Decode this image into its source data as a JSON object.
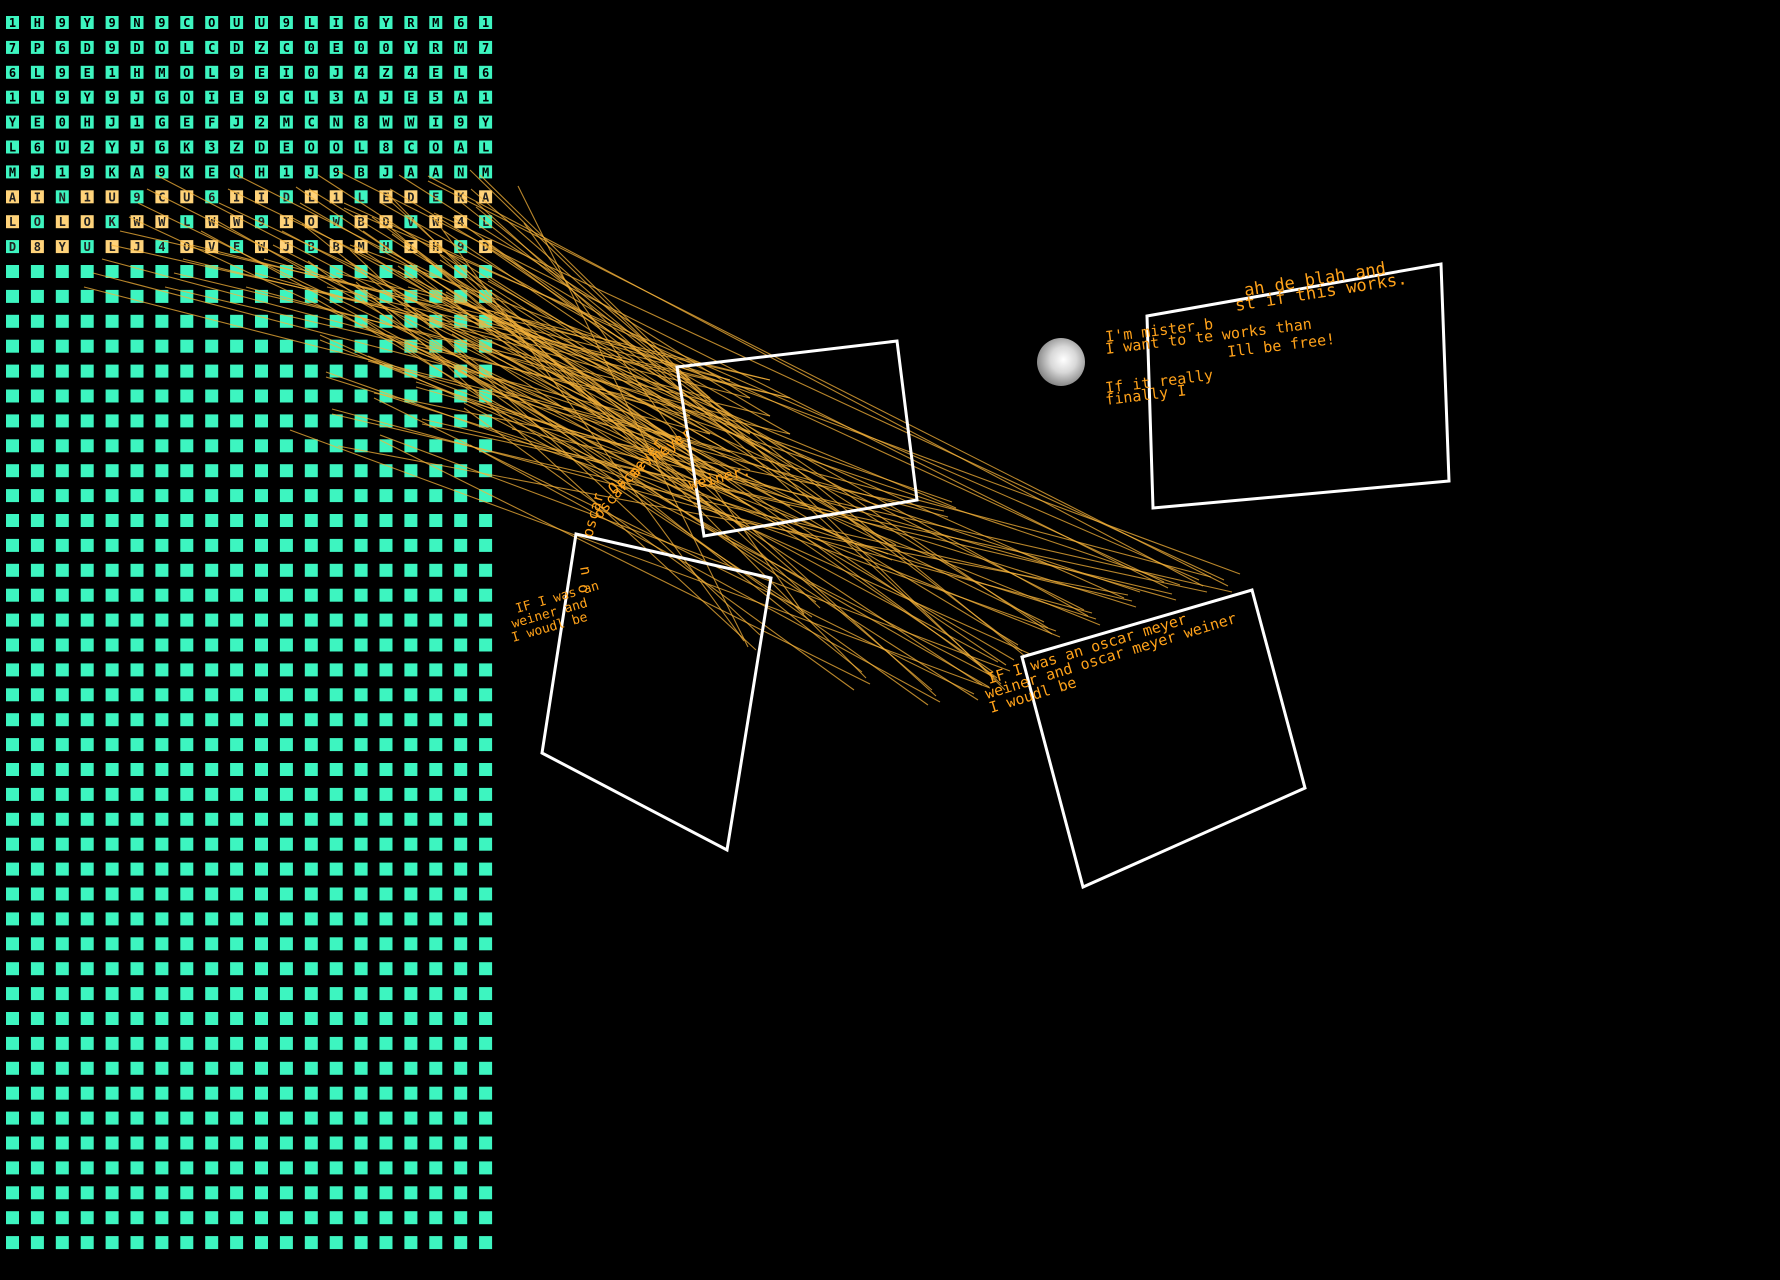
{
  "colors": {
    "background": "#000000",
    "grid_cell": "#3df5c0",
    "grid_glyph": "#ffffff",
    "highlight_cell": "#ffd37a",
    "ray": "#f5b23a",
    "caption": "#ffa21a",
    "frame": "#ffffff"
  },
  "grid": {
    "glyph_rows": [
      "1H9Y9N9COUU9LI6YRM6",
      "7P6D9DOLCDZC0E00YRM",
      "6L9E1HMOL9EI0J4Z4EL",
      "1L9Y9JGOIE9CL3AJE5A",
      "YE0HJ1GEFJ2MCN8WWI9",
      "L6U2YJ6K3ZDEOOL8COA",
      "MJ19KA9KEQH1J9BJAAN",
      "AIN1U9CU6IIDL1LEDEK",
      "LOLOKWWLWW9IOWBDVW4",
      "D8YULJ4OVEWJBBMHIH9"
    ],
    "glyph_icon": "text-glyph"
  },
  "frames": [
    {
      "name": "frame-center",
      "captions": [
        "Oscar meyer",
        "weiner."
      ]
    },
    {
      "name": "frame-left",
      "captions": [
        "oscar meyer",
        "oscar",
        "n",
        "o",
        "IF I was an",
        "weiner and",
        "I woudl be"
      ]
    },
    {
      "name": "frame-right-top",
      "captions": [
        "ah de blah and",
        "st if this works.",
        "I'm mister b",
        "I want to te works than",
        "Ill be free!",
        "If it really",
        "finally I"
      ]
    },
    {
      "name": "frame-bottom",
      "captions": [
        "IF I was an oscar meyer",
        "weiner and oscar meyer weiner",
        "I woudl be"
      ]
    }
  ],
  "orb": {
    "icon": "sphere-orb"
  }
}
